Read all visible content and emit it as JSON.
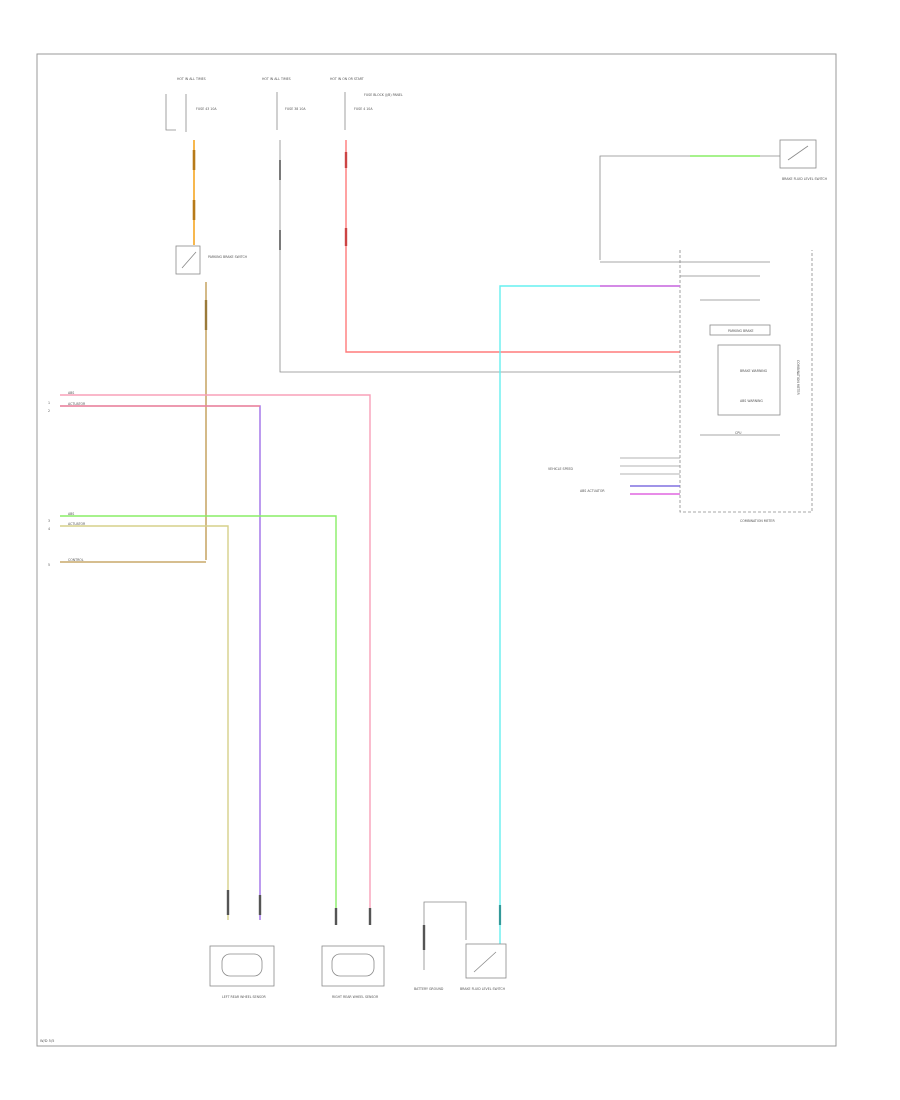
{
  "colors": {
    "orange": "#f5a623",
    "tan": "#c9a96a",
    "red": "#ff7b7b",
    "pink": "#f8a0b8",
    "purple": "#a070e8",
    "green": "#88ee66",
    "yellowgreen": "#d6d08a",
    "cyan": "#66f0f0",
    "magenta": "#e066e0",
    "gray": "#9a9a9a"
  },
  "labels": {
    "fuse1": "HOT IN ALL TIMES",
    "fuse2": "HOT IN ALL TIMES",
    "fuse3": "HOT IN ON OR START",
    "fuse1_sub": "FUSE 43 10A",
    "fuse2_sub": "FUSE 38 10A",
    "fuse3_sub": "FUSE 4 10A",
    "fuse_box_note": "FUSE BLOCK (J/B) PANEL",
    "switch1": "PARKING BRAKE SWITCH",
    "right_top_switch": "BRAKE FLUID LEVEL SWITCH",
    "combination_meter": "COMBINATION METER",
    "meter_inner1": "PARKING BRAKE",
    "meter_inner2": "BRAKE WARNING",
    "meter_inner3": "ABS WARNING",
    "meter_inner4": "CPU",
    "meter_side": "COMBINATION METER",
    "left_label1": "ABS",
    "left_label2": "ACTUATOR",
    "left_label3": "ABS",
    "left_label4": "ACTUATOR",
    "left_label5": "CONTROL",
    "bottom1": "LEFT REAR WHEEL SENSOR",
    "bottom2": "RIGHT REAR WHEEL SENSOR",
    "bottom3": "BATTERY GROUND",
    "bottom4": "BRAKE FLUID LEVEL SWITCH",
    "meter_inputs1": "VEHICLE SPEED",
    "meter_inputs2": "ABS ACTUATOR",
    "corner": "W/D 5/5"
  }
}
